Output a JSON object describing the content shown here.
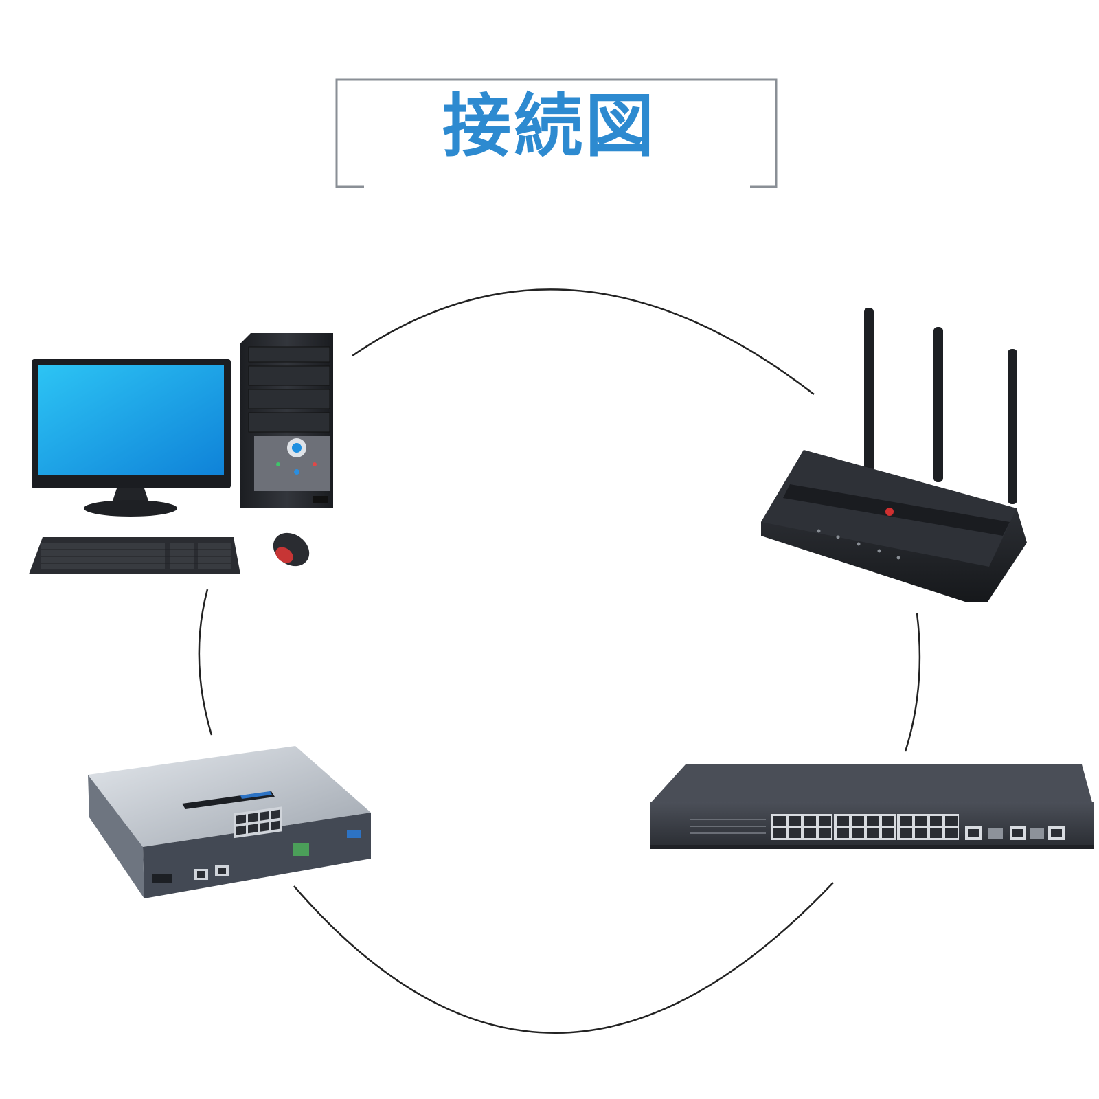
{
  "title": {
    "text": "接続図",
    "color": "#2d8ad0"
  },
  "colors": {
    "frame": "#8a8f96",
    "ring": "#222222",
    "monitor_screen": "#1aa0e6",
    "device_dark": "#2a2d33",
    "switch_body": "#3c4048",
    "router_silver": "#c9ced6"
  },
  "nodes": [
    {
      "id": "desktop-pc",
      "icon": "desktop-computer-icon"
    },
    {
      "id": "wifi-router",
      "icon": "wireless-router-icon"
    },
    {
      "id": "network-switch",
      "icon": "network-switch-icon"
    },
    {
      "id": "wired-router",
      "icon": "wired-router-icon"
    }
  ]
}
